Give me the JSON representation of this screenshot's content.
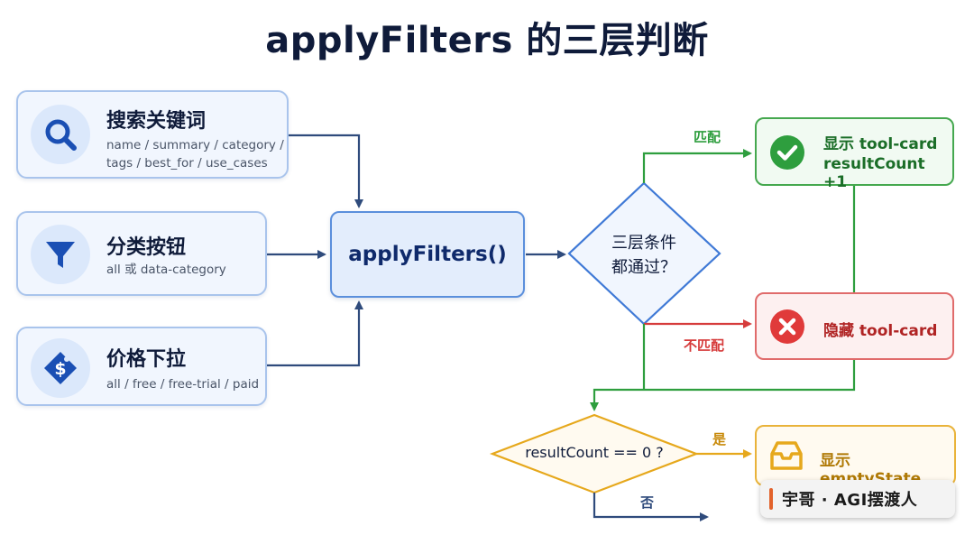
{
  "title": "applyFilters 的三层判断",
  "inputs": [
    {
      "title": "搜索关键词",
      "sub1": "name / summary / category /",
      "sub2": "tags / best_for / use_cases",
      "icon": "search-icon"
    },
    {
      "title": "分类按钮",
      "sub1": "all 或 data-category",
      "icon": "funnel-icon"
    },
    {
      "title": "价格下拉",
      "sub1": "all / free / free-trial / paid",
      "icon": "price-tag-icon"
    }
  ],
  "process": {
    "label": "applyFilters()"
  },
  "decision1": {
    "line1": "三层条件",
    "line2": "都通过？"
  },
  "match_label": "匹配",
  "nomatch_label": "不匹配",
  "show_card": {
    "line1": "显示 tool-card",
    "line2": "resultCount +1",
    "icon": "check-icon"
  },
  "hide_card": {
    "label": "隐藏 tool-card",
    "icon": "x-icon"
  },
  "decision2": {
    "label": "resultCount == 0 ?"
  },
  "yes_label": "是",
  "no_label": "否",
  "empty_state": {
    "label": "显示 emptyState",
    "icon": "inbox-icon"
  },
  "watermark": "宇哥 · AGI摆渡人",
  "colors": {
    "blue": "#5b8fdc",
    "navy": "#2f4b7c",
    "green": "#2e9e3e",
    "red": "#d63b3b",
    "orange": "#e6a81c"
  }
}
